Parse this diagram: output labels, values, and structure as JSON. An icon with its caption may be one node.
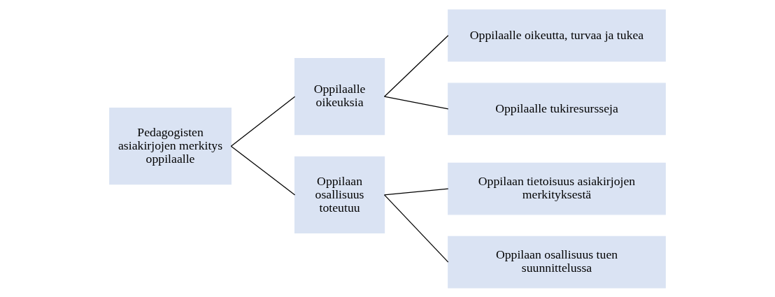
{
  "diagram": {
    "nodes": [
      {
        "text": [
          "Pedagogisten asiakirjojen merkitys oppilaalle"
        ]
      },
      {
        "text": [
          "Oppilaalle oikeuksia"
        ]
      },
      {
        "text": [
          "Oppilaalle oikeutta, turvaa ja tukea"
        ]
      },
      {
        "text": [
          "Oppilaalle tukiresursseja"
        ]
      },
      {
        "text": [
          "Oppilaan osallisuus toteutuu"
        ]
      },
      {
        "text": [
          "Oppilaan tietoisuus asiakirjojen merkityksestä"
        ]
      },
      {
        "text": [
          "Oppilaan osallisuus tuen suunnittelussa"
        ]
      }
    ],
    "edges": [
      {
        "from": 0,
        "to": 1,
        "arrow": "none"
      },
      {
        "from": 0,
        "to": 4,
        "arrow": "none"
      },
      {
        "from": 1,
        "to": 2,
        "arrow": "none"
      },
      {
        "from": 1,
        "to": 3,
        "arrow": "none"
      },
      {
        "from": 4,
        "to": 5,
        "arrow": "none"
      },
      {
        "from": 4,
        "to": 6,
        "arrow": "none"
      }
    ]
  }
}
